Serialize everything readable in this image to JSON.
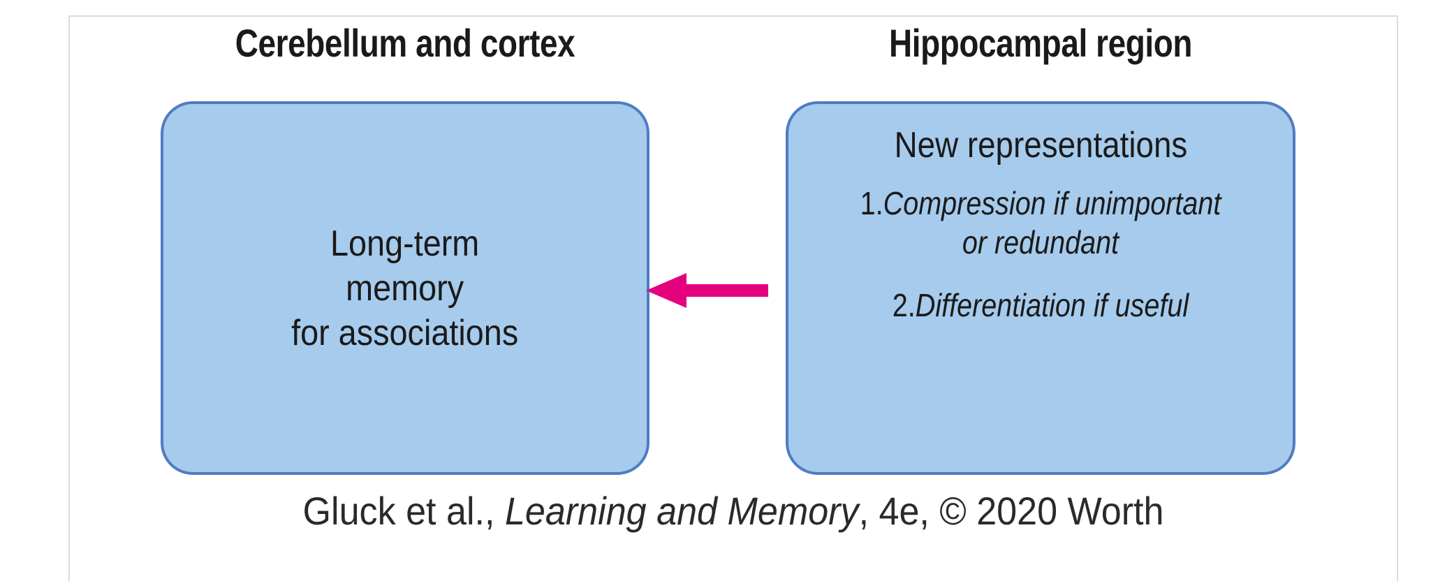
{
  "figure": {
    "headers": {
      "left": "Cerebellum and cortex",
      "right": "Hippocampal region"
    },
    "left_box": {
      "text": "Long-term\nmemory\nfor associations"
    },
    "right_box": {
      "title": "New representations",
      "items": [
        {
          "number": "1.",
          "text": "Compression if unimportant\nor redundant"
        },
        {
          "number": "2.",
          "text": "Differentiation if useful"
        }
      ]
    },
    "arrow": {
      "name": "leftward-arrow",
      "direction": "left",
      "color": "#e5007e"
    },
    "credit": {
      "part1": "Gluck et al., ",
      "part2": "Learning and Memory",
      "part3": ", 4e, © 2020 Worth"
    },
    "colors": {
      "box_fill": "#a6cbec",
      "box_border": "#4e7cc4",
      "arrow": "#e5007e",
      "text": "#1a1a1a",
      "frame_border": "#dcdcdc"
    }
  }
}
